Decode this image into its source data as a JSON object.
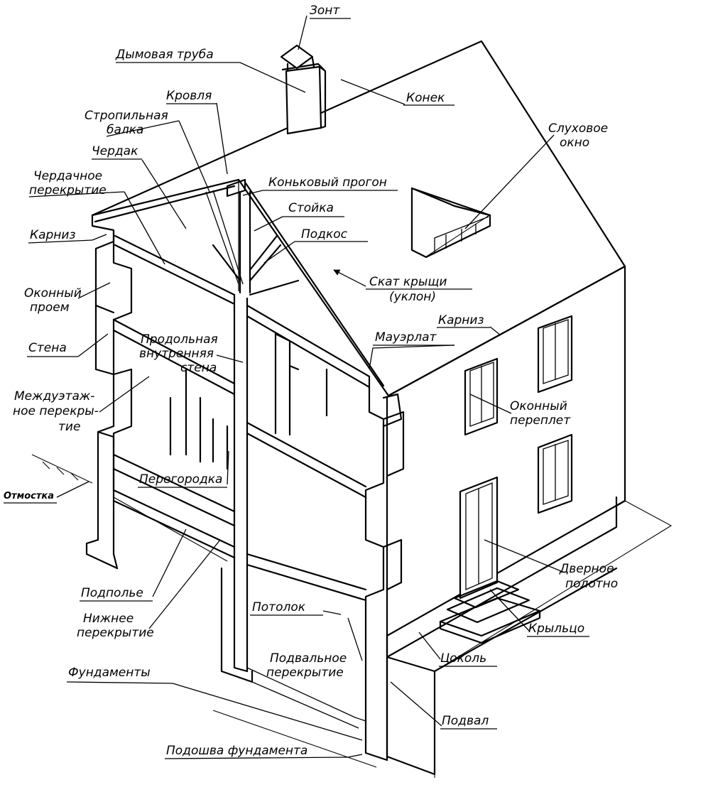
{
  "labels": {
    "zont": "Зонт",
    "dymovaya_truba": "Дымовая труба",
    "krovlya": "Кровля",
    "konek": "Конек",
    "stropilnaya_1": "Стропильная",
    "stropilnaya_2": "балка",
    "cherdak": "Чердак",
    "cherdachnoe_1": "Чердачное",
    "cherdachnoe_2": "перекрытие",
    "konkovyi_progon": "Коньковый прогон",
    "stoika": "Стойка",
    "podkos": "Подкос",
    "karniz_left": "Карниз",
    "okonnyi_proem_1": "Оконный",
    "okonnyi_proem_2": "проем",
    "skat_1": "Скат крыщи",
    "skat_2": "(уклон)",
    "slukhovoe_1": "Слуховое",
    "slukhovoe_2": "окно",
    "karniz_right": "Карниз",
    "stena": "Стена",
    "prodolnaya_1": "Продольная",
    "prodolnaya_2": "внутренняя",
    "prodolnaya_3": "стена",
    "mauerlat": "Мауэрлат",
    "mezhduetazh_1": "Междуэтаж-",
    "mezhduetazh_2": "ное перекры-",
    "mezhduetazh_3": "тие",
    "okonnyi_pereplet_1": "Оконный",
    "okonnyi_pereplet_2": "переплет",
    "otmostka": "Отмостка",
    "peregorodka": "Перегородка",
    "dvernoe_1": "Дверное",
    "dvernoe_2": "полотно",
    "podpole": "Подполье",
    "nizhnee_1": "Нижнее",
    "nizhnee_2": "перекрытие",
    "potolok": "Потолок",
    "krylco": "Крыльцо",
    "tsokol": "Цоколь",
    "fundamenty": "Фундаменты",
    "podvalnoe_1": "Подвальное",
    "podvalnoe_2": "перекрытие",
    "podval": "Подвал",
    "podoshva": "Подошва фундамента"
  },
  "colors": {
    "ink": "#000000",
    "paper": "#ffffff"
  }
}
